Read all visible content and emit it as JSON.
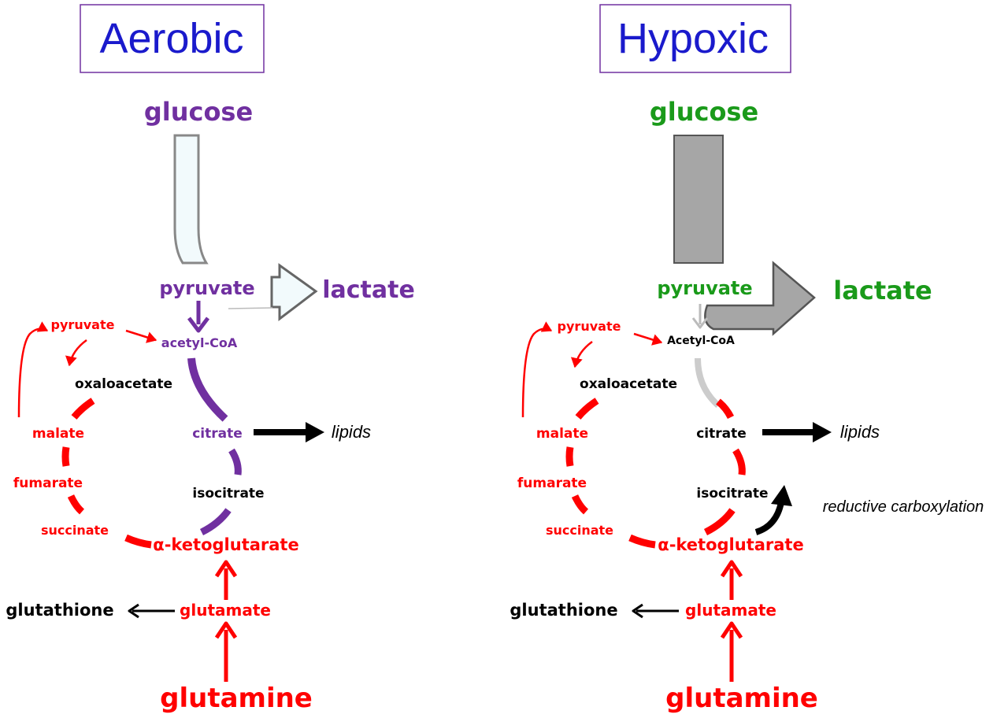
{
  "colors": {
    "aerobic_purple": "#7030a0",
    "hypoxic_green": "#1a9a1a",
    "red": "#ff0000",
    "black": "#000000",
    "header_blue": "#1a1acc",
    "header_border": "#7030a0",
    "pale_arrow": "#f2fafc",
    "gray_arrow": "#a6a6a6"
  },
  "aerobic": {
    "title": "Aerobic",
    "glucose": "glucose",
    "pyruvate": "pyruvate",
    "lactate": "lactate",
    "acetyl_coa": "acetyl-CoA",
    "pyruvate_cycle": "pyruvate",
    "oxaloacetate": "oxaloacetate",
    "malate": "malate",
    "citrate": "citrate",
    "lipids": "lipids",
    "fumarate": "fumarate",
    "isocitrate": "isocitrate",
    "succinate": "succinate",
    "akg": "α-ketoglutarate",
    "glutathione": "glutathione",
    "glutamate": "glutamate",
    "glutamine": "glutamine"
  },
  "hypoxic": {
    "title": "Hypoxic",
    "glucose": "glucose",
    "pyruvate": "pyruvate",
    "lactate": "lactate",
    "acetyl_coa": "Acetyl-CoA",
    "pyruvate_cycle": "pyruvate",
    "oxaloacetate": "oxaloacetate",
    "malate": "malate",
    "citrate": "citrate",
    "lipids": "lipids",
    "fumarate": "fumarate",
    "isocitrate": "isocitrate",
    "reductive": "reductive carboxylation",
    "succinate": "succinate",
    "akg": "α-ketoglutarate",
    "glutathione": "glutathione",
    "glutamate": "glutamate",
    "glutamine": "glutamine"
  }
}
